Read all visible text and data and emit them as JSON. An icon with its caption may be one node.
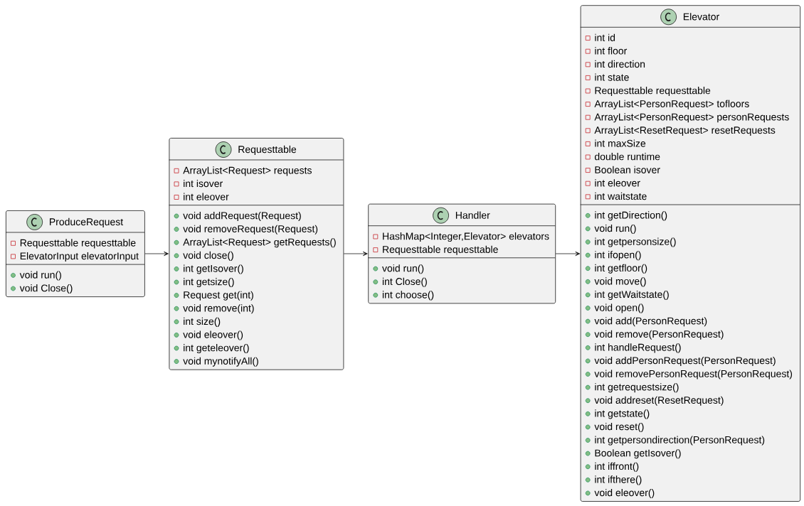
{
  "diagram": {
    "nodes": [
      {
        "text": [
          "ProduceRequest"
        ]
      },
      {
        "text": [
          "Requesttable requesttable",
          "ElevatorInput elevatorInput"
        ],
        "in": 0
      },
      {
        "text": [
          "void run()",
          "void Close()"
        ],
        "in": 0
      },
      {
        "text": [
          "Requesttable"
        ]
      },
      {
        "text": [
          "ArrayList<Request> requests",
          "int isover",
          "int eleover"
        ],
        "in": 3
      },
      {
        "text": [
          "void addRequest(Request)",
          "void removeRequest(Request)",
          "ArrayList<Request> getRequests()",
          "void close()",
          "int getIsover()",
          "int getsize()",
          "Request get(int)",
          "void remove(int)",
          "int size()",
          "void eleover()",
          "int geteleover()",
          "void mynotifyAll()"
        ],
        "in": 3
      },
      {
        "text": [
          "Handler"
        ]
      },
      {
        "text": [
          "HashMap<Integer,Elevator> elevators",
          "Requesttable requesttable"
        ],
        "in": 6
      },
      {
        "text": [
          "void run()",
          "int Close()",
          "int choose()"
        ],
        "in": 6
      },
      {
        "text": [
          "Elevator"
        ]
      },
      {
        "text": [
          "int id",
          "int floor",
          "int direction",
          "int state",
          "Requesttable requesttable",
          "ArrayList<PersonRequest> tofloors",
          "ArrayList<PersonRequest> personRequests",
          "ArrayList<ResetRequest> resetRequests",
          "int maxSize",
          "double runtime",
          "Boolean isover",
          "int eleover",
          "int waitstate"
        ],
        "in": 9
      },
      {
        "text": [
          "int getDirection()",
          "void run()",
          "int getpersonsize()",
          "int ifopen()",
          "int getfloor()",
          "void move()",
          "int getWaitstate()",
          "void open()",
          "void add(PersonRequest)",
          "void remove(PersonRequest)",
          "int handleRequest()",
          "void addPersonRequest(PersonRequest)",
          "void removePersonRequest(PersonRequest)",
          "int getrequestsize()",
          "void addreset(ResetRequest)",
          "int getstate()",
          "void reset()",
          "int getpersondirection(PersonRequest)",
          "Boolean getIsover()",
          "int iffront()",
          "int ifthere()",
          "void eleover()"
        ],
        "in": 9
      }
    ],
    "edges": [
      {
        "from": 0,
        "to": 3,
        "arrow": "to"
      },
      {
        "from": 3,
        "to": 6,
        "arrow": "to"
      },
      {
        "from": 6,
        "to": 9,
        "arrow": "to"
      }
    ]
  }
}
